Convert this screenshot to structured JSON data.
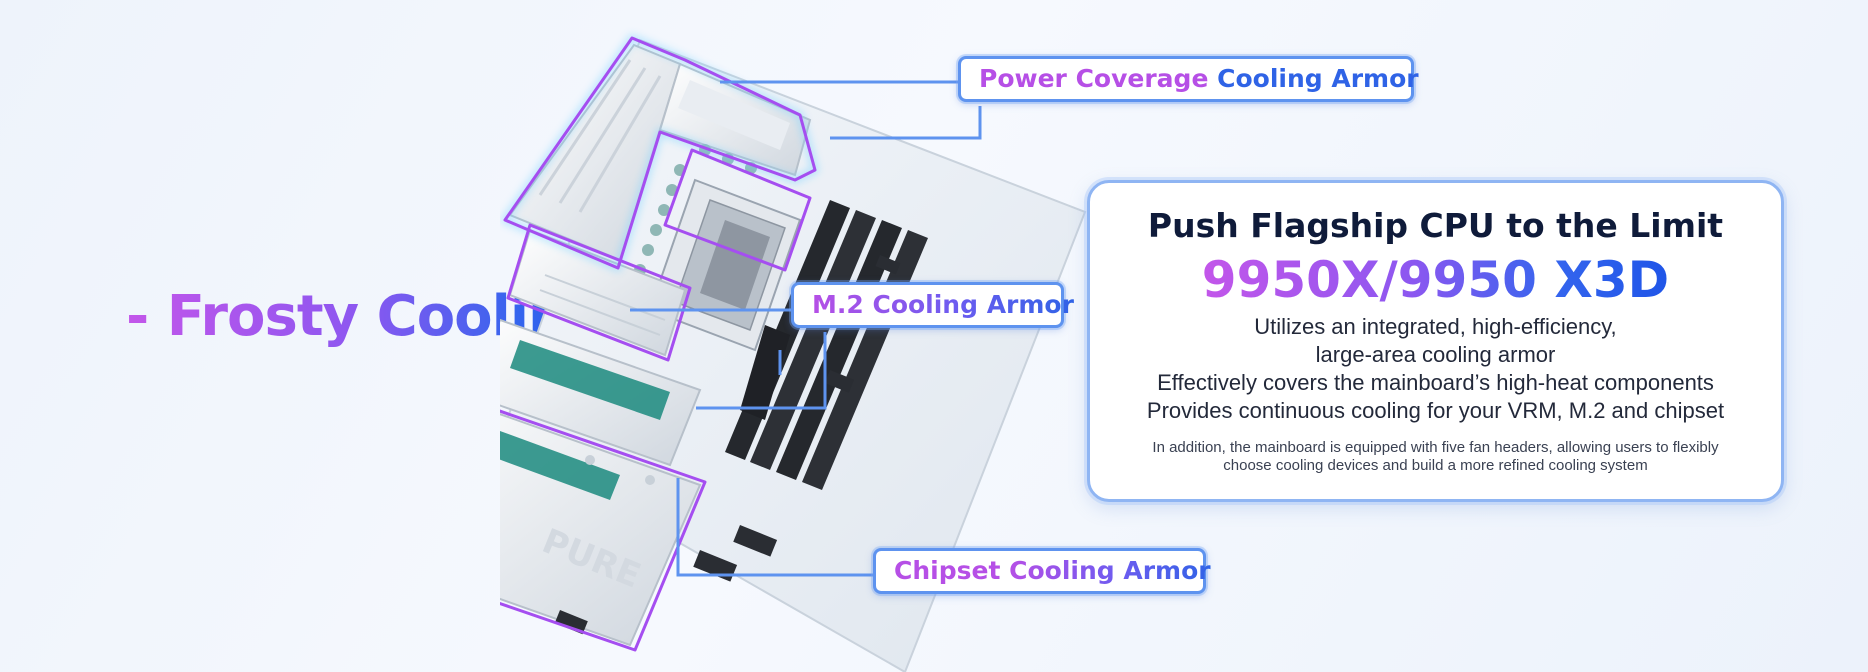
{
  "headline": {
    "text": "- Frosty Cooling -"
  },
  "callouts": {
    "power": {
      "pink": "Power Coverage",
      "blue": "Cooling Armor"
    },
    "m2": {
      "text": "M.2 Cooling Armor"
    },
    "chipset": {
      "pink": "Chipset",
      "blue": "Cooling Armor"
    }
  },
  "board": {
    "silkscreen": "PURE"
  },
  "card": {
    "title": "Push Flagship CPU to the Limit",
    "model": "9950X/9950 X3D",
    "lines": [
      "Utilizes an integrated, high-efficiency,",
      "large-area cooling armor",
      "Effectively covers the mainboard’s high-heat components",
      "Provides continuous cooling for your VRM, M.2 and chipset"
    ],
    "note": "In addition, the mainboard is equipped with five fan headers, allowing users to flexibly choose cooling devices and build a more refined cooling system"
  },
  "colors": {
    "accent_pink": "#c356ea",
    "accent_blue": "#1f55e8",
    "callout_border": "#5e93ef",
    "outline_purple": "#a54ef0"
  }
}
